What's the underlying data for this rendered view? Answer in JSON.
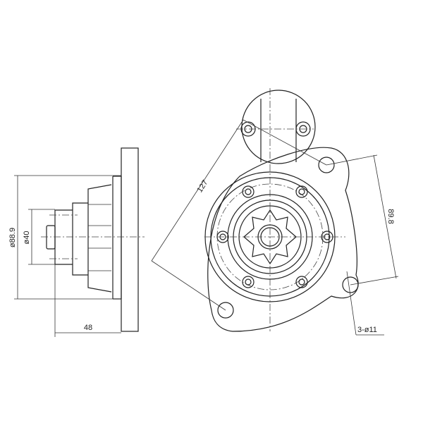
{
  "title": "Starter motor dimension drawing",
  "dimensions": {
    "flange_diameter": "ø88.9",
    "pilot_diameter": "ø40",
    "pinion_offset": "48",
    "bolt_diagonal": "127",
    "bolt_spacing": "89.8",
    "mounting_holes": "3-ø11"
  }
}
